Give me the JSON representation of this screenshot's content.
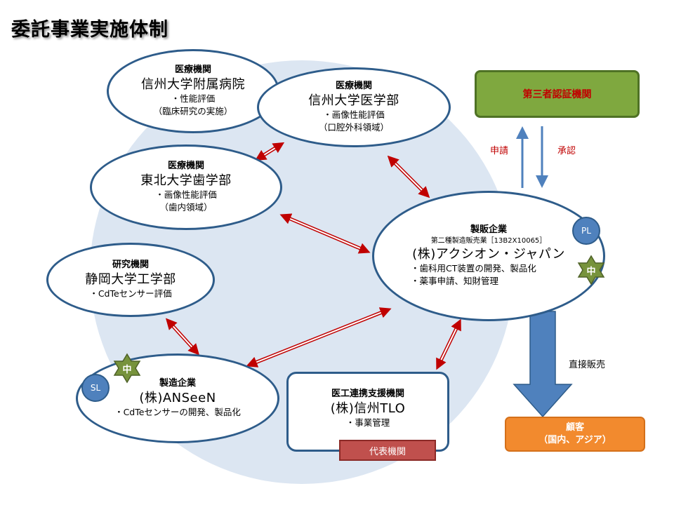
{
  "title": "委託事業実施体制",
  "nodes": {
    "shinshu_hospital": {
      "type": "医療機関",
      "name": "信州大学附属病院",
      "lines": [
        "・性能評価",
        "（臨床研究の実施）"
      ]
    },
    "shinshu_medical": {
      "type": "医療機関",
      "name": "信州大学医学部",
      "lines": [
        "・画像性能評価",
        "（口腔外科領域）"
      ]
    },
    "tohoku_dental": {
      "type": "医療機関",
      "name": "東北大学歯学部",
      "lines": [
        "・画像性能評価",
        "（歯内領域）"
      ]
    },
    "shizuoka_eng": {
      "type": "研究機関",
      "name": "静岡大学工学部",
      "lines": [
        "・CdTeセンサー評価"
      ]
    },
    "anseen": {
      "type": "製造企業",
      "name": "(株)ANSeeN",
      "lines": [
        "・CdTeセンサーの開発、製品化"
      ]
    },
    "tlo": {
      "type": "医工連携支援機関",
      "name": "(株)信州TLO",
      "lines": [
        "・事業管理"
      ]
    },
    "acxion": {
      "type": "製販企業",
      "sub": "第二種製造販売業［13B2X10065］",
      "name": "(株)アクシオン・ジャパン",
      "lines": [
        "・歯科用CT装置の開発、製品化",
        "・薬事申請、知財管理"
      ]
    }
  },
  "third_party": "第三者認証機関",
  "customer": {
    "line1": "顧客",
    "line2": "（国内、アジア）"
  },
  "representative": "代表機関",
  "labels": {
    "apply": "申請",
    "approve": "承認",
    "direct_sales": "直接販売"
  },
  "badges": {
    "pl": "PL",
    "sl": "SL",
    "sme": "中"
  },
  "colors": {
    "background_circle": "#dce6f2",
    "node_border": "#2e5c8a",
    "arrow_red": "#c00000",
    "arrow_blue": "#4f81bd",
    "third_party_fill": "#7fa83f",
    "third_party_text": "#c00000",
    "customer_fill": "#f28a2e",
    "representative_fill": "#c0504d",
    "star_fill": "#77933c"
  }
}
